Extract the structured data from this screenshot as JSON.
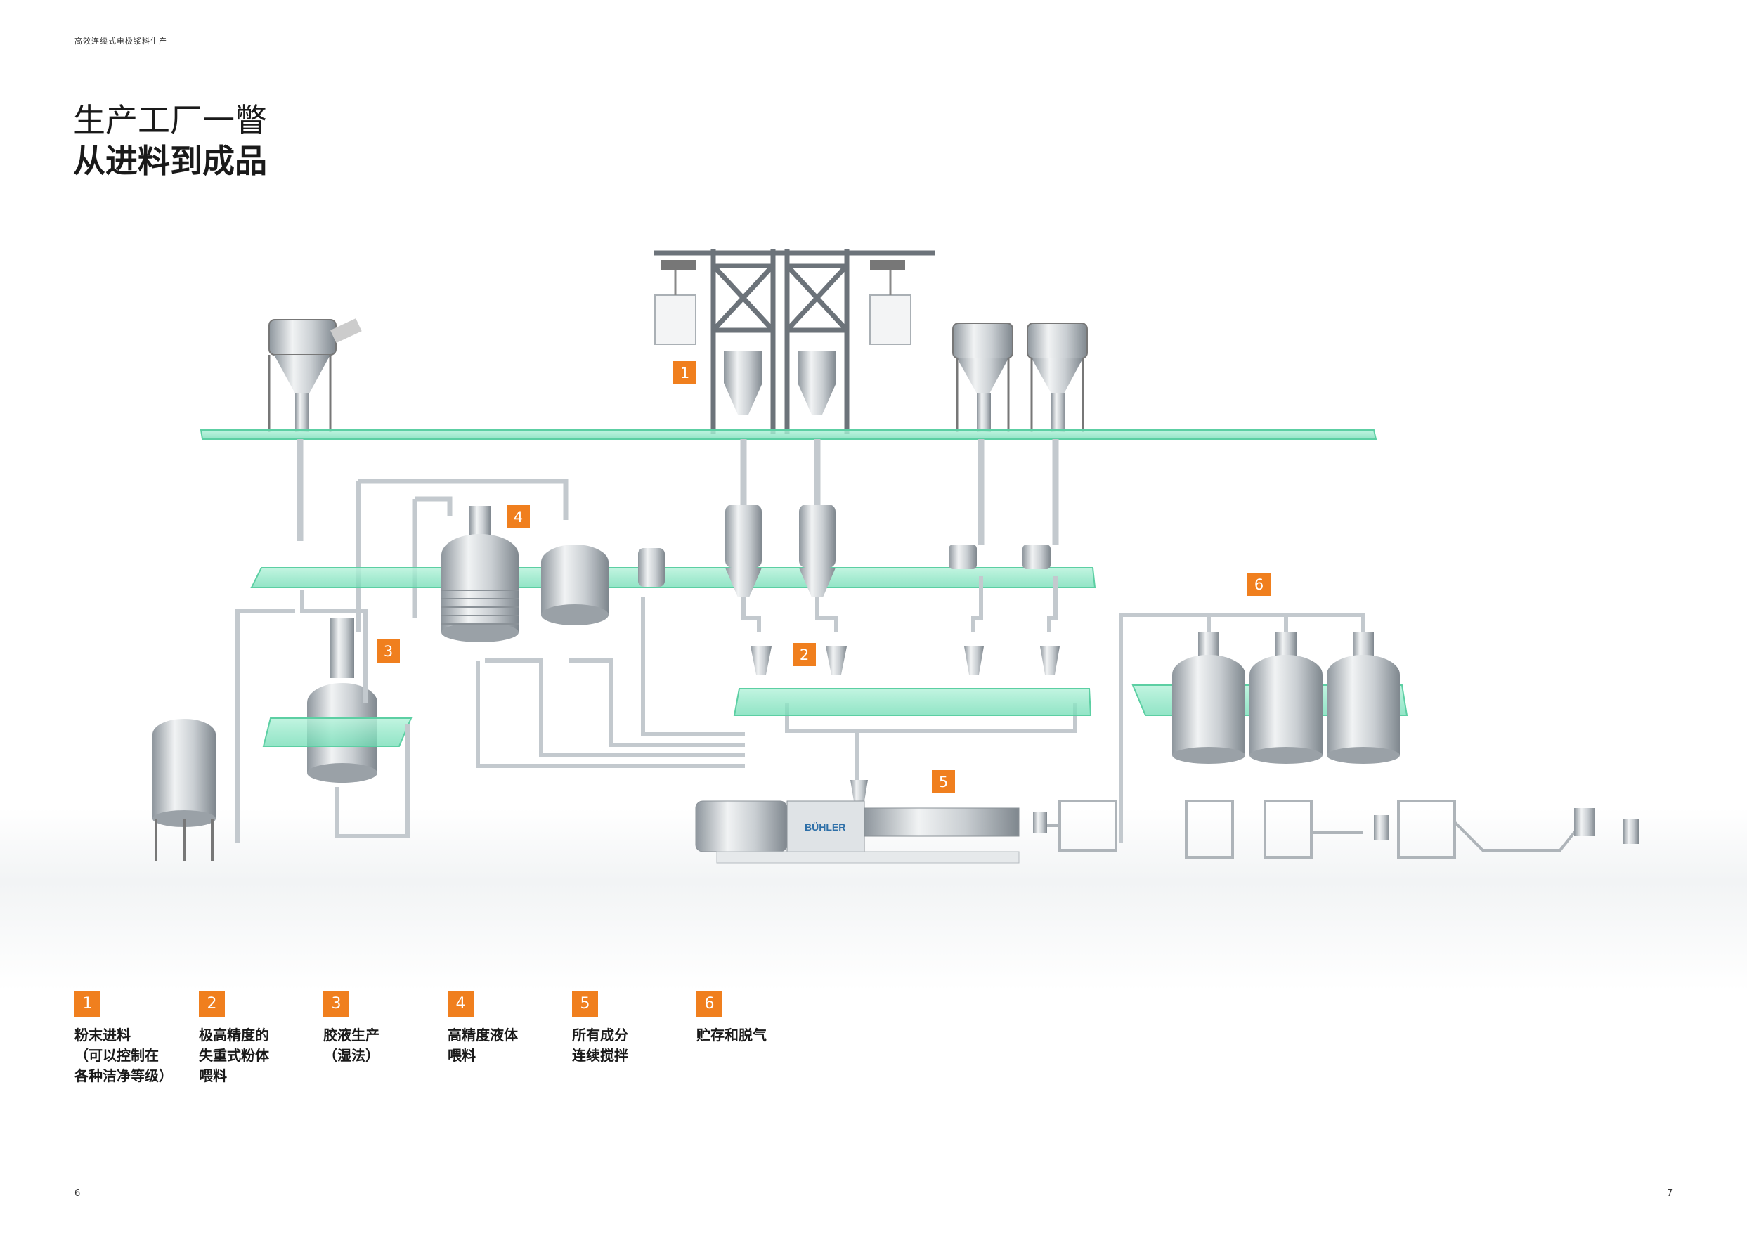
{
  "header": {
    "small_title": "高效连续式电极浆料生产"
  },
  "title": {
    "line1": "生产工厂一瞥",
    "line2": "从进料到成品"
  },
  "diagram": {
    "callouts": [
      "1",
      "2",
      "3",
      "4",
      "5",
      "6"
    ],
    "extruder_brand": "BÜHLER"
  },
  "legend": [
    {
      "num": "1",
      "text": "粉末进料\n（可以控制在\n各种洁净等级）"
    },
    {
      "num": "2",
      "text": "极高精度的\n失重式粉体\n喂料"
    },
    {
      "num": "3",
      "text": "胶液生产\n（湿法）"
    },
    {
      "num": "4",
      "text": "高精度液体\n喂料"
    },
    {
      "num": "5",
      "text": "所有成分\n连续搅拌"
    },
    {
      "num": "6",
      "text": "贮存和脱气"
    }
  ],
  "page_numbers": {
    "left": "6",
    "right": "7"
  },
  "colors": {
    "accent": "#f07f1e",
    "platform": "#8fe6c4",
    "steel": "#b9c0c6",
    "pipe": "#c3c9ce"
  }
}
